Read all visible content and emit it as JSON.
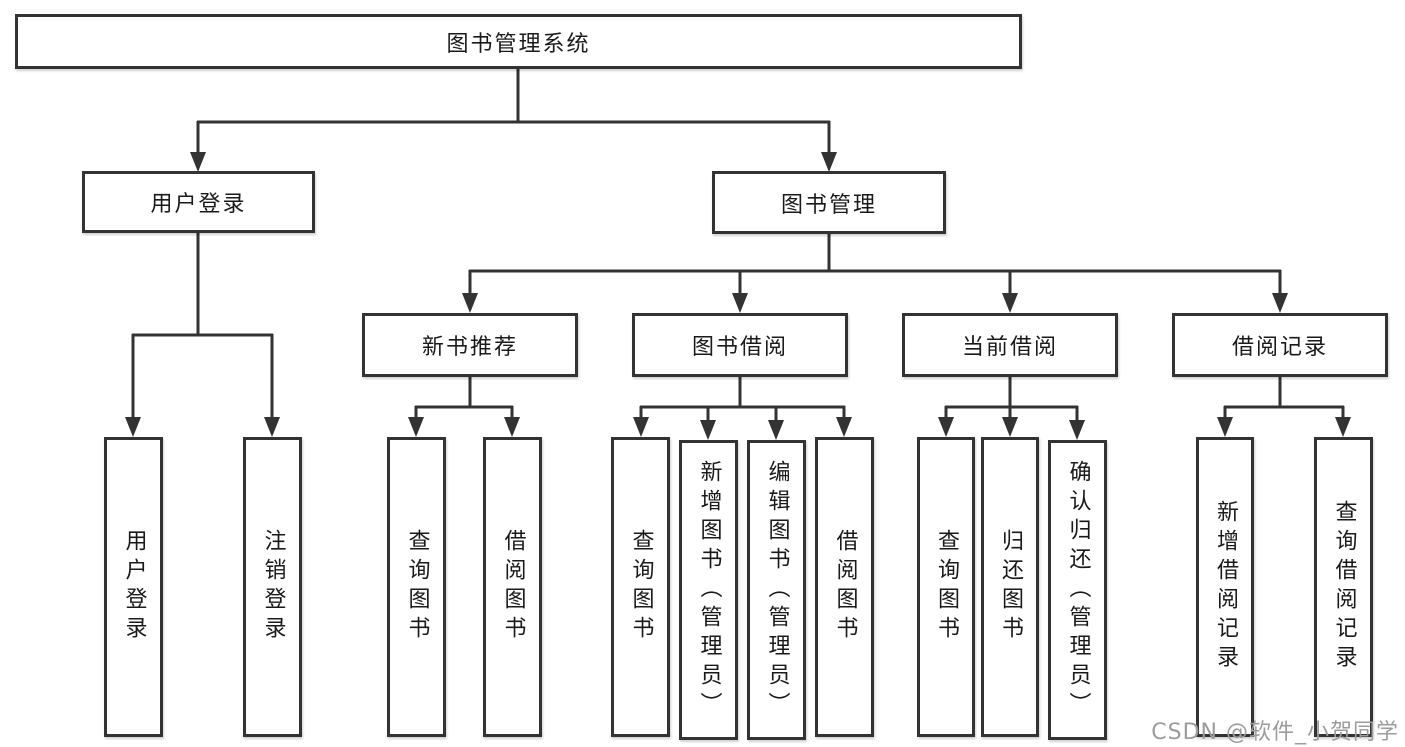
{
  "diagram_title": "图书管理系统",
  "nodes": {
    "root": "图书管理系统",
    "user_login": "用户登录",
    "book_mgmt": "图书管理",
    "new_books": "新书推荐",
    "book_borrow": "图书借阅",
    "current_borrow": "当前借阅",
    "borrow_records": "借阅记录"
  },
  "leaves": {
    "user_login": [
      "用户登录",
      "注销登录"
    ],
    "new_books": [
      "查询图书",
      "借阅图书"
    ],
    "book_borrow": [
      "查询图书",
      "新增图书（管理员）",
      "编辑图书（管理员）",
      "借阅图书"
    ],
    "current_borrow": [
      "查询图书",
      "归还图书",
      "确认归还（管理员）"
    ],
    "borrow_records": [
      "新增借阅记录",
      "查询借阅记录"
    ]
  },
  "watermark": {
    "text": "CSDN @软件_小贺同学",
    "color": "#9c9c9c"
  },
  "colors": {
    "line": "#333333",
    "box_border": "#333333",
    "text": "#1a1a1a",
    "background": "#ffffff"
  }
}
